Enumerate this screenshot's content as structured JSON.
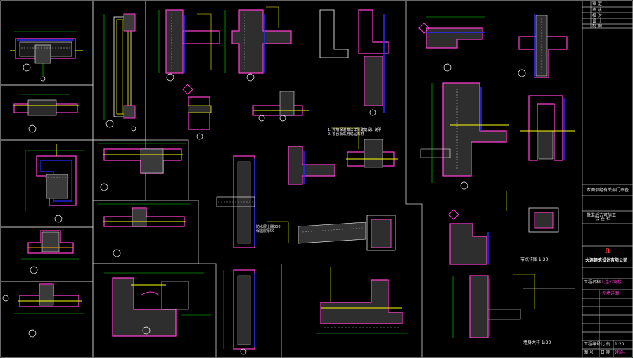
{
  "title_block": {
    "company": "大连建筑设计有限公司",
    "project_label": "工程名称",
    "project_name": "大连公寓楼",
    "drawing_name": "外墙详图",
    "rows": [
      "审 定",
      "审 核",
      "校 对",
      "设 计",
      "制 图"
    ],
    "mid_notes": [
      "本图须经有关部门审查",
      "批准后方可施工",
      "会 签 栏"
    ],
    "bottom_fields": [
      "工程编号",
      "图 号",
      "比 例",
      "日 期"
    ],
    "bottom_values": [
      "",
      "建施-",
      "1:20",
      ""
    ]
  },
  "notes": {
    "section_a": "1. 外墙保温做法详见建筑设计说明\n2. 窗台板采用成品石材",
    "section_b": "防水层上翻300\n保温层厚50",
    "legend_1": "节点详图 1:20",
    "legend_2": "墙身大样 1:20"
  },
  "colors": {
    "wall": "#ff3fd0",
    "insulation": "#2a2aff",
    "line": "#ffffff",
    "dim": "#00e000",
    "text": "#ffff00",
    "hatch": "#c8c8c8",
    "accent": "#00e5ff"
  }
}
